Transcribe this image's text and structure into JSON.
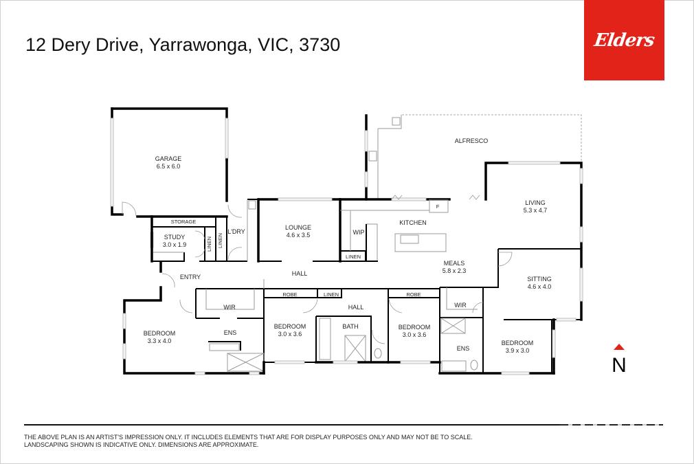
{
  "header": {
    "address": "12 Dery Drive, Yarrawonga, VIC, 3730",
    "brand_logo_text": "Elders",
    "brand_color": "#e2231a"
  },
  "rooms": {
    "garage": {
      "name": "GARAGE",
      "dims": "6.5 x 6.0"
    },
    "storage": {
      "name": "STORAGE"
    },
    "study": {
      "name": "STUDY",
      "dims": "3.0 x 1.9"
    },
    "linen_study": {
      "name": "LINEN"
    },
    "linen_laundry": {
      "name": "LINEN"
    },
    "laundry": {
      "name": "L'DRY"
    },
    "lounge": {
      "name": "LOUNGE",
      "dims": "4.6 x 3.5"
    },
    "wip": {
      "name": "WIP"
    },
    "linen_kitchen": {
      "name": "LINEN"
    },
    "kitchen": {
      "name": "KITCHEN"
    },
    "fridge": {
      "name": "F"
    },
    "alfresco": {
      "name": "ALFRESCO"
    },
    "living": {
      "name": "LIVING",
      "dims": "5.3 x 4.7"
    },
    "meals": {
      "name": "MEALS",
      "dims": "5.8 x 2.3"
    },
    "sitting": {
      "name": "SITTING",
      "dims": "4.6 x 4.0"
    },
    "entry": {
      "name": "ENTRY"
    },
    "hall_main": {
      "name": "HALL"
    },
    "hall_bath": {
      "name": "HALL"
    },
    "robe_1": {
      "name": "ROBE"
    },
    "linen_hall": {
      "name": "LINEN"
    },
    "robe_2": {
      "name": "ROBE"
    },
    "wir_master": {
      "name": "WIR"
    },
    "ens_master": {
      "name": "ENS"
    },
    "bedroom_master": {
      "name": "BEDROOM",
      "dims": "3.3 x 4.0"
    },
    "bedroom_2": {
      "name": "BEDROOM",
      "dims": "3.0 x 3.6"
    },
    "bath": {
      "name": "BATH"
    },
    "bedroom_3": {
      "name": "BEDROOM",
      "dims": "3.0 x 3.6"
    },
    "wir_east": {
      "name": "WIR"
    },
    "ens_east": {
      "name": "ENS"
    },
    "bedroom_4": {
      "name": "BEDROOM",
      "dims": "3.9 x 3.0"
    }
  },
  "compass": {
    "label": "N",
    "arrow_color": "#e2231a"
  },
  "footer": {
    "disclaimer_line1": "THE ABOVE PLAN IS AN ARTIST'S IMPRESSION ONLY. IT INCLUDES ELEMENTS THAT ARE FOR DISPLAY PURPOSES ONLY AND MAY NOT BE TO SCALE.",
    "disclaimer_line2": "LANDSCAPING SHOWN IS INDICATIVE ONLY. DIMENSIONS ARE APPROXIMATE."
  }
}
